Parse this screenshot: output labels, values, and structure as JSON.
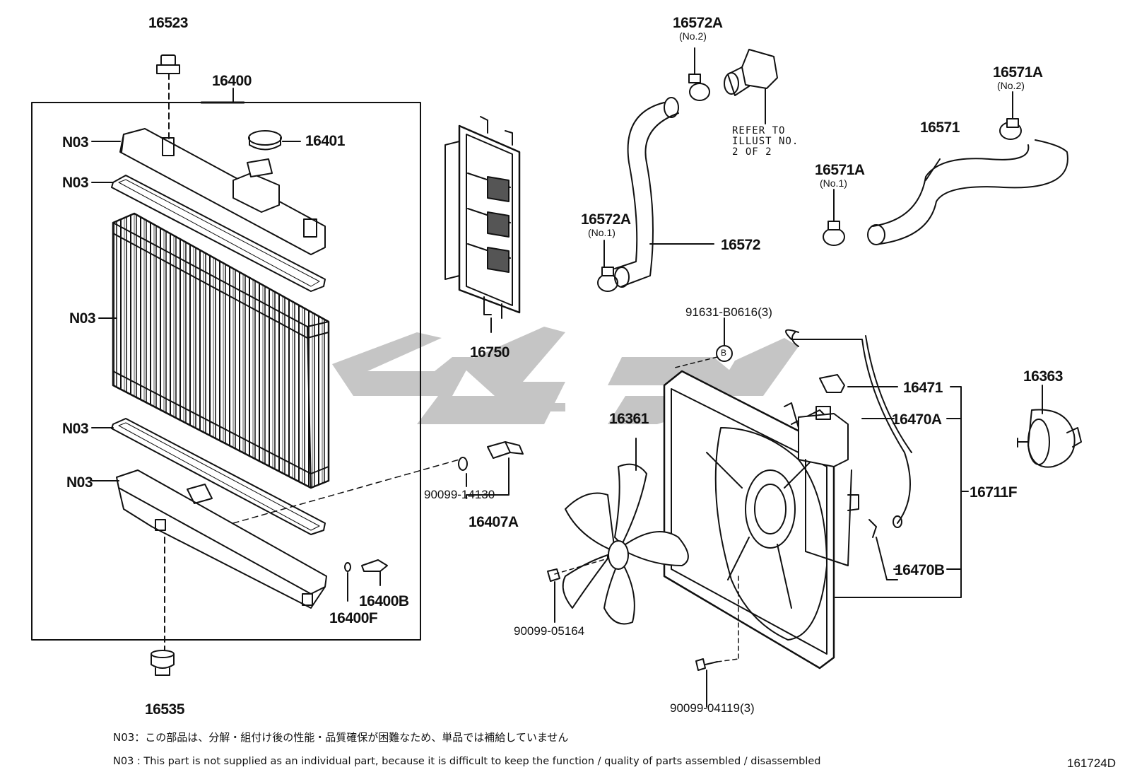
{
  "diagram_code": "161724D",
  "labels": {
    "p16523": "16523",
    "p16400": "16400",
    "p16401": "16401",
    "p16750": "16750",
    "p16572A_top": "16572A",
    "p16572A_top_sub": "(No.2)",
    "p16572A_left": "16572A",
    "p16572A_left_sub": "(No.1)",
    "p16572": "16572",
    "refer_text": "REFER TO\nILLUST NO.\n2 OF 2",
    "p16571A_right": "16571A",
    "p16571A_right_sub": "(No.2)",
    "p16571A_left": "16571A",
    "p16571A_left_sub": "(No.1)",
    "p16571": "16571",
    "p91631": "91631-B0616(3)",
    "circle_b": "B",
    "p16471": "16471",
    "p16470A": "16470A",
    "p16711F": "16711F",
    "p16470B": "16470B",
    "p16363": "16363",
    "p16361": "16361",
    "p90099_14130": "90099-14130",
    "p16407A": "16407A",
    "p16400B": "16400B",
    "p16400F": "16400F",
    "p90099_05164": "90099-05164",
    "p90099_04119": "90099-04119(3)",
    "p16535": "16535",
    "n03_1": "N03",
    "n03_2": "N03",
    "n03_3": "N03",
    "n03_4": "N03",
    "n03_5": "N03"
  },
  "notes": {
    "jp": "N03：この部品は、分解・組付け後の性能・品質確保が困難なため、単品では補給していません",
    "en": "N03 : This part is not supplied as an individual part, because it is difficult to keep the function / quality of parts assembled / disassembled"
  },
  "colors": {
    "line": "#111111",
    "watermark": "#b8b8b8"
  }
}
